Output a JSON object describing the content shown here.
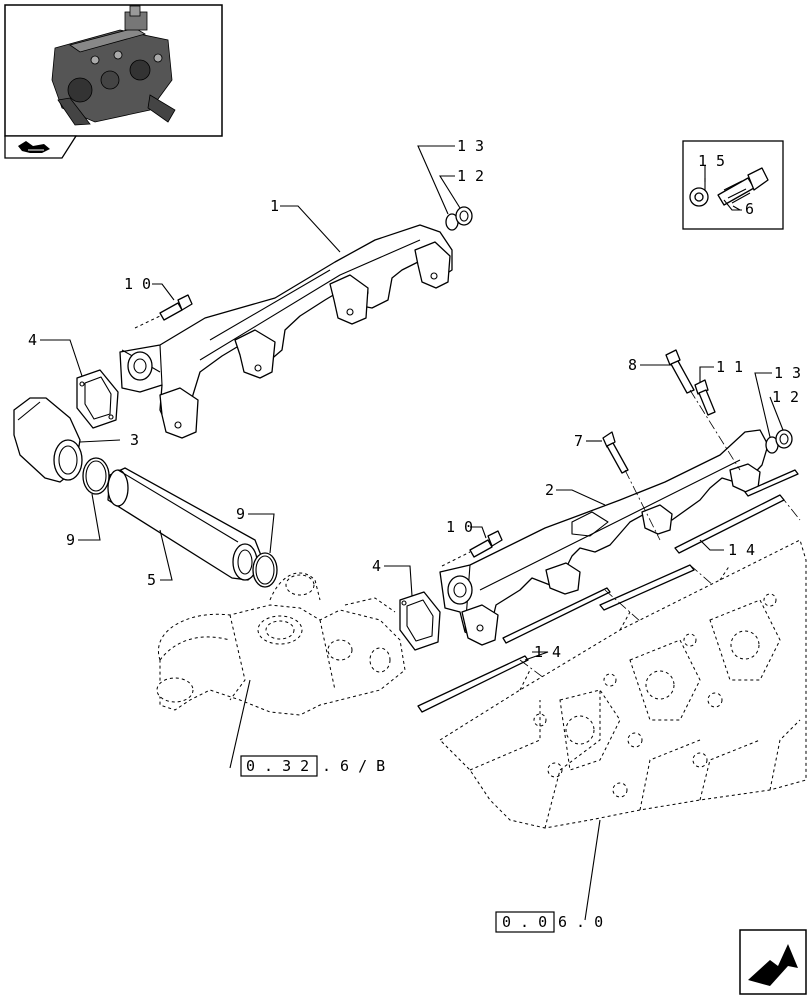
{
  "callouts": {
    "c1": "1",
    "c2": "2",
    "c3": "3",
    "c4a": "4",
    "c4b": "4",
    "c5": "5",
    "c6": "6",
    "c7": "7",
    "c8": "8",
    "c9a": "9",
    "c9b": "9",
    "c10a": "1 0",
    "c10b": "1 0",
    "c11": "1 1",
    "c12a": "1 2",
    "c12b": "1 2",
    "c13a": "1 3",
    "c13b": "1 3",
    "c14a": "1 4",
    "c14b": "1 4",
    "c15": "1 5"
  },
  "refs": {
    "ref_a_boxed": "0 . 3 2",
    "ref_a_rest": ". 6 / B",
    "ref_b_boxed": "0 . 0",
    "ref_b_rest": "6 . 0"
  },
  "icons": {
    "thumbnail": "engine-thumbnail-icon",
    "tab": "pointer-hand-icon",
    "next": "next-page-arrow-icon"
  }
}
